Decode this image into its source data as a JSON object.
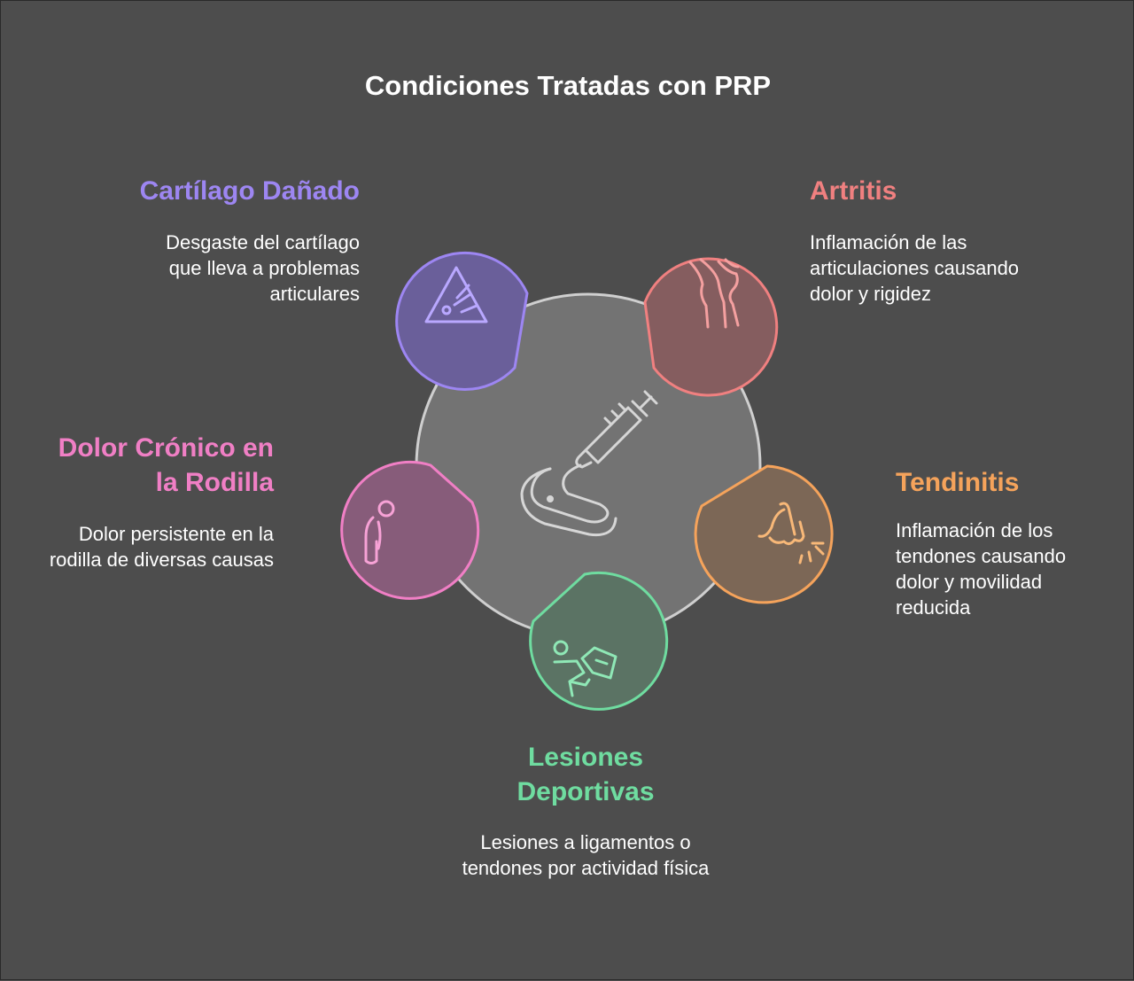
{
  "title": "Condiciones Tratadas con PRP",
  "colors": {
    "background": "#4d4d4d",
    "hub": "#737373",
    "cartilago": "#9d86f2",
    "artritis": "#f08080",
    "tendinitis": "#f5a35b",
    "lesiones": "#6fdca0",
    "dolor": "#f07fc5"
  },
  "center": {
    "icon": "syringe-icon"
  },
  "items": {
    "cartilago": {
      "heading": "Cartílago Dañado",
      "desc": "Desgaste del cartílago que lleva a problemas articulares",
      "icon": "warning-triangle-icon"
    },
    "artritis": {
      "heading": "Artritis",
      "desc": "Inflamación de las articulaciones causando dolor y rigidez",
      "icon": "knee-joint-icon"
    },
    "tendinitis": {
      "heading": "Tendinitis",
      "desc": "Inflamación de los tendones causando dolor y movilidad reducida",
      "icon": "pointing-hand-icon"
    },
    "lesiones": {
      "heading": "Lesiones Deportivas",
      "desc": "Lesiones a ligamentos o tendones por actividad física",
      "icon": "injured-athlete-icon"
    },
    "dolor": {
      "heading": "Dolor Crónico en la Rodilla",
      "desc": "Dolor persistente en la rodilla de diversas causas",
      "icon": "hunched-person-icon"
    }
  }
}
